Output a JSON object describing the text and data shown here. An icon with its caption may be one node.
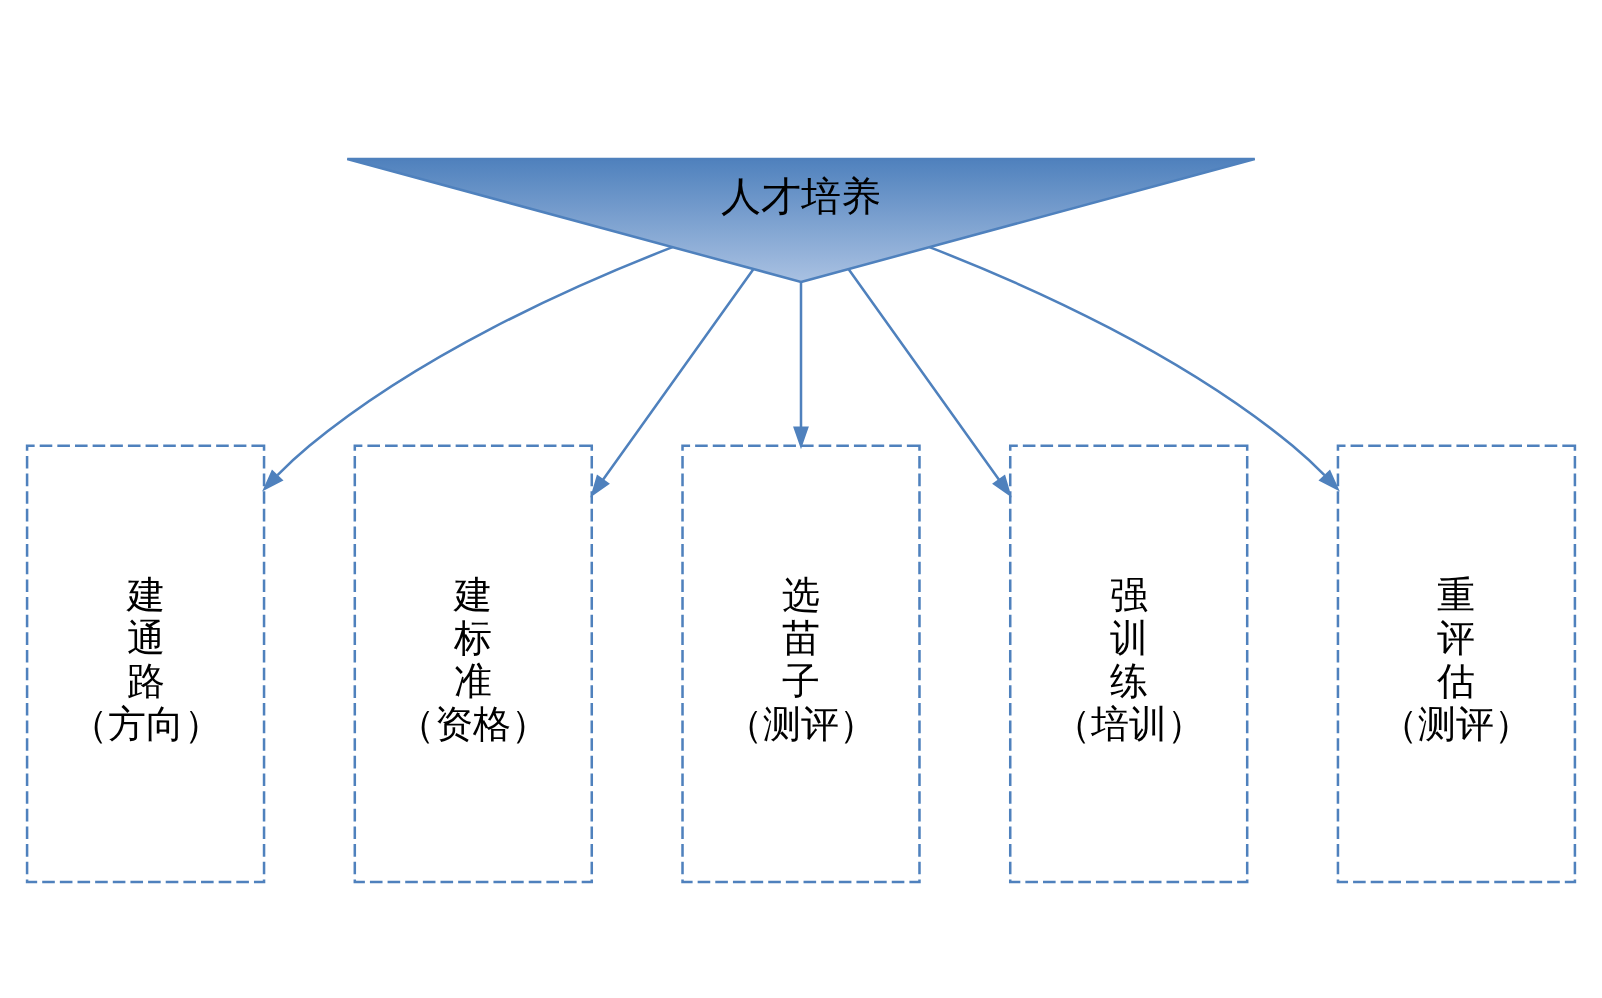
{
  "diagram": {
    "nodes": [
      {
        "text": [
          "人才培养"
        ]
      },
      {
        "text": [
          "建通路（方向）"
        ]
      },
      {
        "text": [
          "建标准（资格）"
        ]
      },
      {
        "text": [
          "选苗子（测评）"
        ]
      },
      {
        "text": [
          "强训练（培训）"
        ]
      },
      {
        "text": [
          "重评估（测评）"
        ]
      }
    ],
    "edges": [
      {
        "from": 0,
        "to": 1,
        "arrow": "to"
      },
      {
        "from": 0,
        "to": 2,
        "arrow": "to"
      },
      {
        "from": 0,
        "to": 3,
        "arrow": "to"
      },
      {
        "from": 0,
        "to": 4,
        "arrow": "to"
      },
      {
        "from": 0,
        "to": 5,
        "arrow": "to"
      }
    ]
  }
}
